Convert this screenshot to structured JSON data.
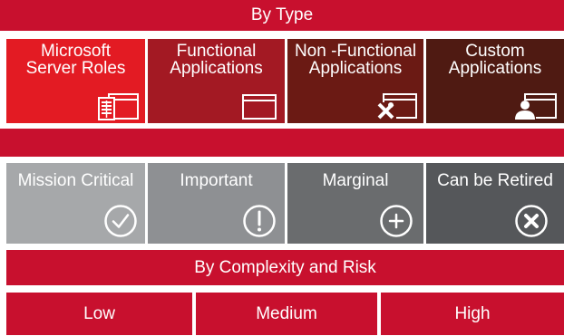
{
  "header": {
    "title": "By Type"
  },
  "types": [
    {
      "line1": "Microsoft",
      "line2": "Server Roles",
      "icon": "server-window-icon"
    },
    {
      "line1": "Functional",
      "line2": "Applications",
      "icon": "window-icon"
    },
    {
      "line1": "Non -Functional",
      "line2": "Applications",
      "icon": "tools-window-icon"
    },
    {
      "line1": "Custom",
      "line2": "Applications",
      "icon": "user-window-icon"
    }
  ],
  "categories": [
    {
      "label": "Mission Critical",
      "icon": "check-circle-icon"
    },
    {
      "label": "Important",
      "icon": "exclamation-circle-icon"
    },
    {
      "label": "Marginal",
      "icon": "plus-circle-icon"
    },
    {
      "label": "Can be Retired",
      "icon": "x-circle-icon"
    }
  ],
  "complexity": {
    "title": "By Complexity and Risk"
  },
  "levels": [
    {
      "label": "Low"
    },
    {
      "label": "Medium"
    },
    {
      "label": "High"
    }
  ],
  "colors": {
    "red": "#C8102E",
    "tile_red": "#E31B23",
    "tile_dark_red": "#A31923",
    "tile_maroon": "#6B1A14",
    "tile_brown": "#4F1A12",
    "grey_light": "#A6A8AA",
    "grey_mid": "#8E9093",
    "grey_dark": "#6A6C6E",
    "grey_darker": "#55575A"
  }
}
